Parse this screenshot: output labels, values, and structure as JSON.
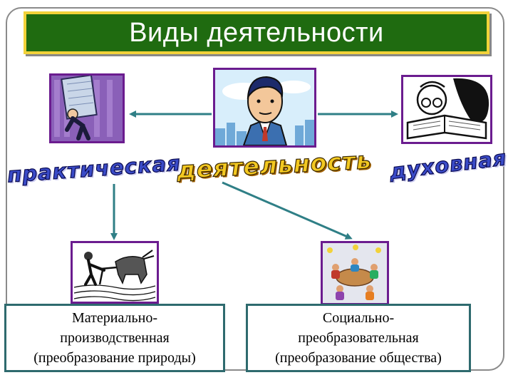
{
  "title": "Виды деятельности",
  "labels": {
    "practical": "практическая",
    "activity": "деятельность",
    "spiritual": "духовная"
  },
  "captions": {
    "left": {
      "line1": "Материально-",
      "line2": "производственная",
      "line3": "(преобразование природы)"
    },
    "right": {
      "line1": "Социально-",
      "line2": "преобразовательная",
      "line3": "(преобразование общества)"
    }
  },
  "colors": {
    "title_background": "#1f6b10",
    "title_border": "#f2d23a",
    "arrow": "#2f7f86",
    "picture_border": "#6b1c8f"
  }
}
